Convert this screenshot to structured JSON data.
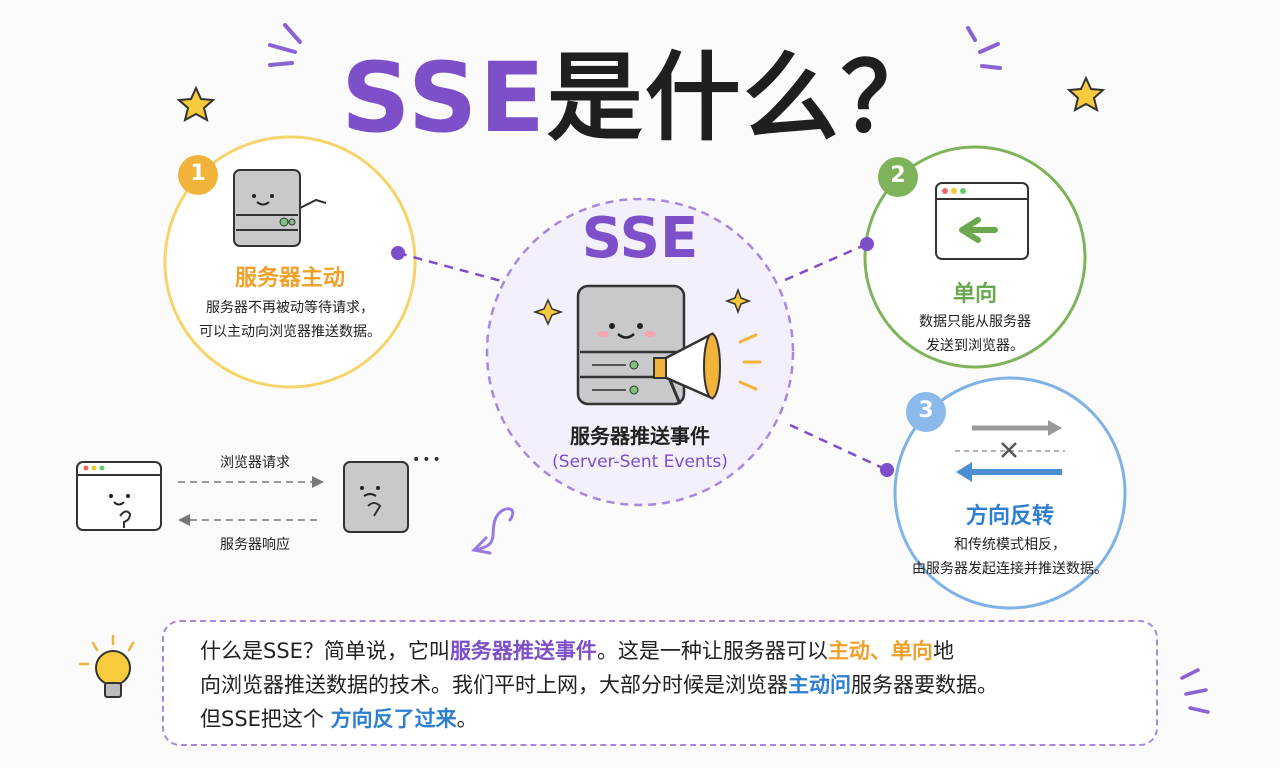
{
  "title": {
    "prefix": "SSE",
    "suffix": "是什么？"
  },
  "center": {
    "label": "SSE",
    "name_cn": "服务器推送事件",
    "name_en": "(Server-Sent Events)"
  },
  "nodes": [
    {
      "number": "1",
      "title": "服务器主动",
      "desc_line1": "服务器不再被动等待请求，",
      "desc_line2": "可以主动向浏览器推送数据。",
      "icon": "server-icon"
    },
    {
      "number": "2",
      "title": "单向",
      "desc_line1": "数据只能从服务器",
      "desc_line2": "发送到浏览器。",
      "icon": "browser-window-icon"
    },
    {
      "number": "3",
      "title": "方向反转",
      "desc_line1": "和传统模式相反，",
      "desc_line2": "由服务器发起连接并推送数据。",
      "icon": "arrows-icon"
    }
  ],
  "traditional": {
    "request_label": "浏览器请求",
    "response_label": "服务器响应",
    "ellipsis": "•••"
  },
  "summary": {
    "line1": [
      {
        "text": "什么是SSE？简单说，它叫",
        "style": "normal"
      },
      {
        "text": "服务器推送事件",
        "style": "purple"
      },
      {
        "text": "。这是一种让服务器可以",
        "style": "normal"
      },
      {
        "text": "主动",
        "style": "orange"
      },
      {
        "text": "、",
        "style": "orange"
      },
      {
        "text": "单向",
        "style": "orange"
      },
      {
        "text": "地",
        "style": "normal"
      }
    ],
    "line2": [
      {
        "text": "向浏览器推送数据的技术。我们平时上网，大部分时候是浏览器",
        "style": "normal"
      },
      {
        "text": "主动问",
        "style": "blue"
      },
      {
        "text": "服务器要数据。",
        "style": "normal"
      }
    ],
    "line3": [
      {
        "text": "但SSE把这个 ",
        "style": "normal"
      },
      {
        "text": "方向反了过来",
        "style": "blue"
      },
      {
        "text": "。",
        "style": "normal"
      }
    ]
  },
  "colors": {
    "purple": "#7d4fc8",
    "orange": "#f1a12a",
    "green": "#6aa84f",
    "blue": "#2d7ed1",
    "yellow_circle": "#f7d46a",
    "green_circle": "#7fb35a",
    "blue_circle": "#7fb2e5"
  }
}
